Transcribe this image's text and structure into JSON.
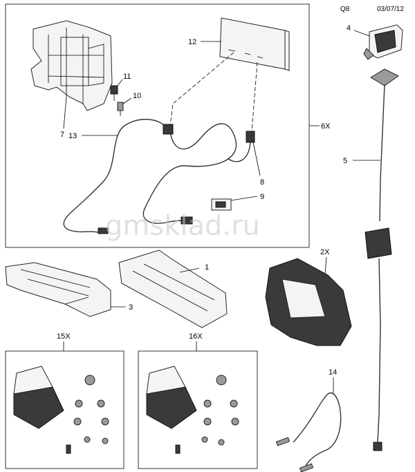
{
  "header": {
    "code": "Q8",
    "date": "03/07/12"
  },
  "watermark": "gmsklad.ru",
  "labels": {
    "p1": "1",
    "p2x": "2X",
    "p3": "3",
    "p4": "4",
    "p5": "5",
    "p6x": "6X",
    "p7": "7",
    "p8": "8",
    "p9": "9",
    "p10": "10",
    "p11": "11",
    "p12": "12",
    "p13": "13",
    "p14": "14",
    "p15x": "15X",
    "p16x": "16X"
  }
}
